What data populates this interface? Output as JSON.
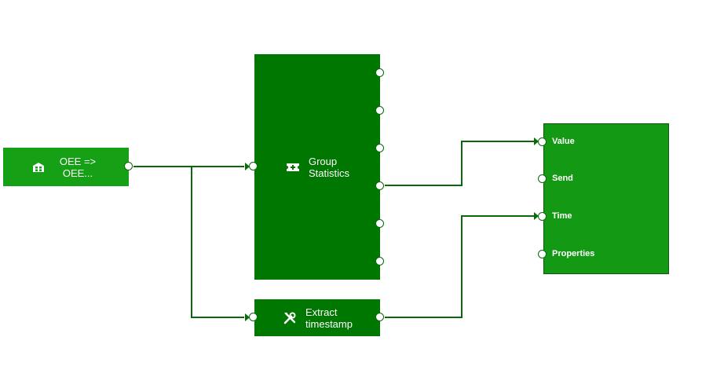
{
  "nodes": {
    "oee": {
      "label_line1": "OEE =>",
      "label_line2": "OEE..."
    },
    "group_statistics": {
      "label_line1": "Group",
      "label_line2": "Statistics"
    },
    "extract_timestamp": {
      "label_line1": "Extract",
      "label_line2": "timestamp"
    },
    "output": {
      "ports": [
        "Value",
        "Send",
        "Time",
        "Properties"
      ]
    }
  },
  "colors": {
    "node_light_green": "#15a015",
    "node_dark_green": "#007700",
    "wire": "#0a6a0a"
  },
  "icons": {
    "oee": "building-icon",
    "group_statistics": "ticket-plus-icon",
    "extract_timestamp": "tools-icon"
  }
}
